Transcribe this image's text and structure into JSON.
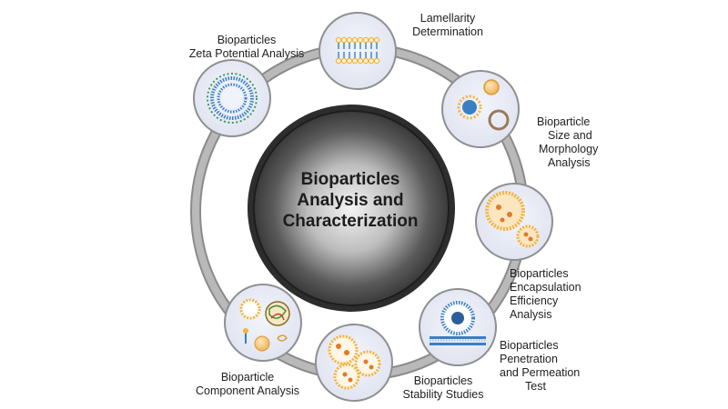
{
  "center": {
    "title_lines": [
      "Bioparticles",
      "Analysis and",
      "Characterization"
    ]
  },
  "nodes": [
    {
      "id": "lamellarity",
      "label_lines": [
        "Lamellarity",
        "Determination"
      ]
    },
    {
      "id": "size-morphology",
      "label_lines": [
        "Bioparticle",
        "Size and",
        "Morphology",
        "Analysis"
      ]
    },
    {
      "id": "encapsulation",
      "label_lines": [
        "Bioparticles",
        "Encapsulation",
        "Efficiency",
        "Analysis"
      ]
    },
    {
      "id": "penetration",
      "label_lines": [
        "Bioparticles",
        "Penetration",
        "and Permeation",
        "Test"
      ]
    },
    {
      "id": "stability",
      "label_lines": [
        "Bioparticles",
        "Stability Studies"
      ]
    },
    {
      "id": "component",
      "label_lines": [
        "Bioparticle",
        "Component Analysis"
      ]
    },
    {
      "id": "zeta",
      "label_lines": [
        "Bioparticles",
        "Zeta Potential Analysis"
      ]
    }
  ],
  "colors": {
    "ring": "#8c8c8c",
    "node_fill": "#e6e9f4",
    "node_border": "#8f8f8f",
    "lipid_head": "#f2b33d",
    "blue": "#3a7fc4",
    "hub_dark": "#2e2e2e"
  }
}
